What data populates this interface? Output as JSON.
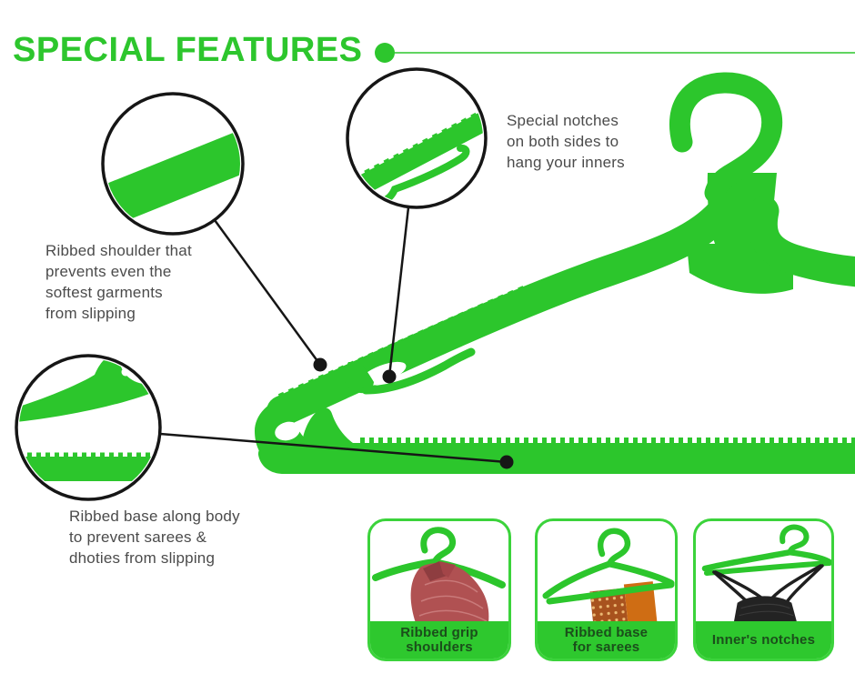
{
  "title": "SPECIAL FEATURES",
  "annotations": {
    "notches": "Special notches\non both sides to\nhang your inners",
    "shoulder": "Ribbed shoulder that\nprevents even the\nsoftest garments\nfrom slipping",
    "base": "Ribbed base along body\nto prevent sarees &\ndhoties from slipping"
  },
  "cards": [
    {
      "label": "Ribbed grip\nshoulders",
      "figure": "green-hanger-with-maroon-shirt"
    },
    {
      "label": "Ribbed base\nfor sarees",
      "figure": "green-hanger-with-orange-saree"
    },
    {
      "label": "Inner's notches",
      "figure": "green-hanger-with-black-inner"
    }
  ],
  "figures": {
    "main_illustration": "green-plastic-hanger",
    "callouts": [
      "ribbed-shoulder-zoom",
      "inner-notch-zoom",
      "ribbed-base-zoom"
    ]
  },
  "colors": {
    "accent_green": "#2cc62c",
    "title_green": "#2dc62d",
    "card_band_green": "#2ec82e",
    "card_label_dark": "#1b4e1b",
    "text_gray": "#4b4b4b",
    "line_black": "#161616",
    "shirt_maroon": "#b05152",
    "saree_orange": "#cf6d14",
    "inner_black": "#232323"
  }
}
